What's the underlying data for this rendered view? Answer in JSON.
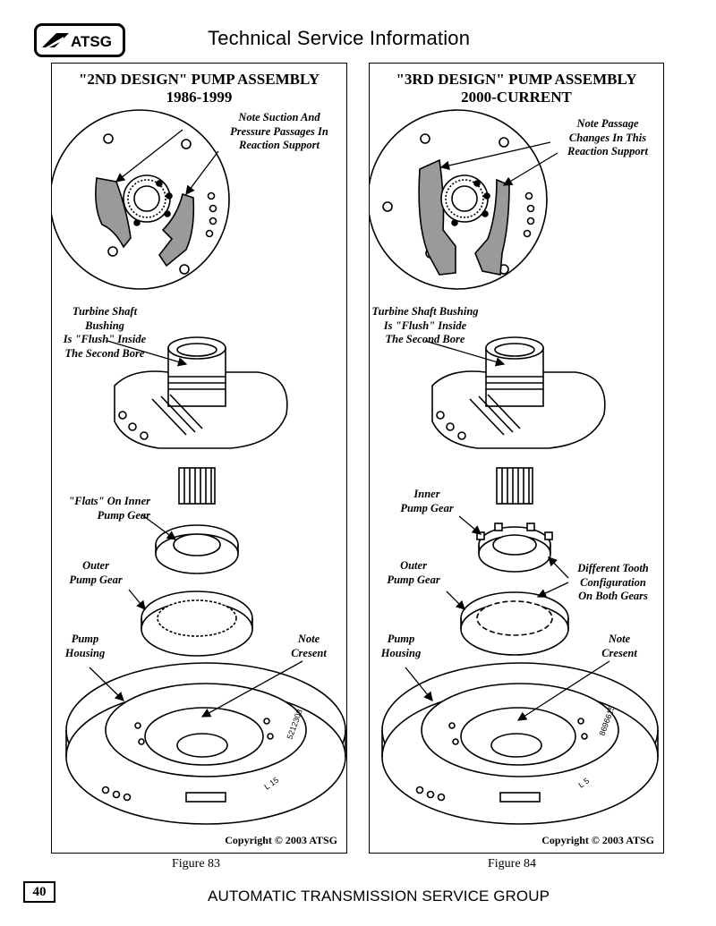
{
  "header": {
    "logo_text": "ATSG",
    "title": "Technical Service Information"
  },
  "left_panel": {
    "title_line1": "\"2ND DESIGN\" PUMP ASSEMBLY",
    "title_line2": "1986-1999",
    "notes": {
      "suction": "Note Suction And\nPressure Passages In\nReaction Support",
      "bushing": "Turbine Shaft Bushing\nIs \"Flush\" Inside\nThe Second Bore",
      "inner_gear": "\"Flats\" On Inner\nPump Gear",
      "outer_gear": "Outer\nPump Gear",
      "housing": "Pump\nHousing",
      "cresent": "Note\nCresent"
    },
    "housing_markings": [
      "5212308",
      "L 15"
    ],
    "copyright": "Copyright © 2003 ATSG"
  },
  "right_panel": {
    "title_line1": "\"3RD DESIGN\" PUMP ASSEMBLY",
    "title_line2": "2000-CURRENT",
    "notes": {
      "passage": "Note Passage\nChanges In This\nReaction Support",
      "bushing": "Turbine Shaft Bushing\nIs \"Flush\" Inside\nThe Second Bore",
      "inner_gear": "Inner\nPump Gear",
      "outer_gear": "Outer\nPump Gear",
      "tooth": "Different Tooth\nConfiguration\nOn Both Gears",
      "housing": "Pump\nHousing",
      "cresent": "Note\nCresent"
    },
    "housing_markings": [
      "8696615",
      "L 5"
    ],
    "copyright": "Copyright © 2003 ATSG"
  },
  "captions": {
    "left": "Figure 83",
    "right": "Figure 84"
  },
  "footer": {
    "page_number": "40",
    "text": "AUTOMATIC TRANSMISSION SERVICE GROUP"
  }
}
